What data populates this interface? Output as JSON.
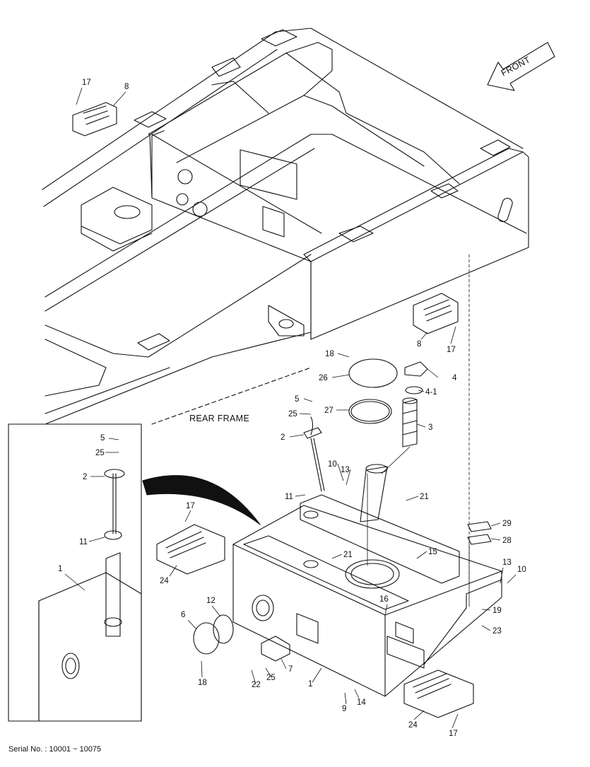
{
  "diagram": {
    "front_label": "FRONT",
    "rear_frame_label": "REAR FRAME",
    "serial_text": "Serial No. : 10001 ~ 10075"
  },
  "callouts": {
    "c17a": "17",
    "c8a": "8",
    "c8b": "8",
    "c17b": "17",
    "c18a": "18",
    "c26": "26",
    "c4": "4",
    "c4_1": "4-1",
    "c5a": "5",
    "c25a": "25",
    "c27": "27",
    "c2a": "2",
    "c3": "3",
    "c10a": "10",
    "c13a": "13",
    "c11a": "11",
    "c21a": "21",
    "c17c": "17",
    "c21b": "21",
    "c29": "29",
    "c28": "28",
    "c15": "15",
    "c24a": "24",
    "c13b": "13",
    "c10b": "10",
    "c16": "16",
    "c12": "12",
    "c6": "6",
    "c19": "19",
    "c23": "23",
    "c7": "7",
    "c25b": "25",
    "c22": "22",
    "c18b": "18",
    "c1a": "1",
    "c9": "9",
    "c14": "14",
    "c24b": "24",
    "c17d": "17",
    "in5": "5",
    "in25": "25",
    "in2": "2",
    "in11": "11",
    "in1": "1"
  }
}
